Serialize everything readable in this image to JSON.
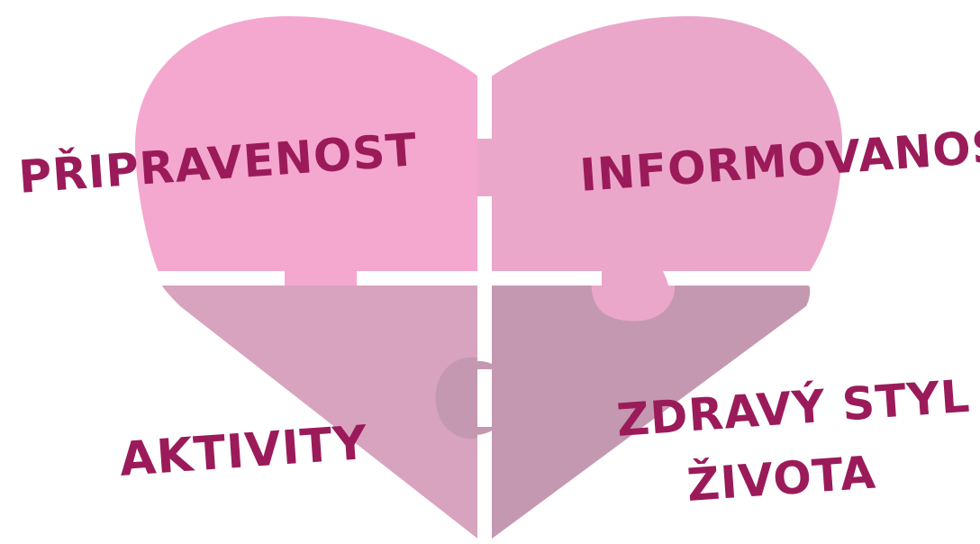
{
  "pieces": [
    {
      "id": "top-left",
      "label": "PŘIPRAVENOST",
      "color": "#f5a8cf"
    },
    {
      "id": "top-right",
      "label": "INFORMOVANOST",
      "color": "#eba7ca"
    },
    {
      "id": "bottom-left",
      "label": "AKTIVITY",
      "color": "#d8a3bf"
    },
    {
      "id": "bottom-right",
      "label_line1": "ZDRAVÝ STYL",
      "label_line2": "ŽIVOTA",
      "color": "#c598b1"
    }
  ],
  "colors": {
    "background": "#ffffff",
    "text": "#9b1b5a",
    "gap": "#ffffff"
  }
}
